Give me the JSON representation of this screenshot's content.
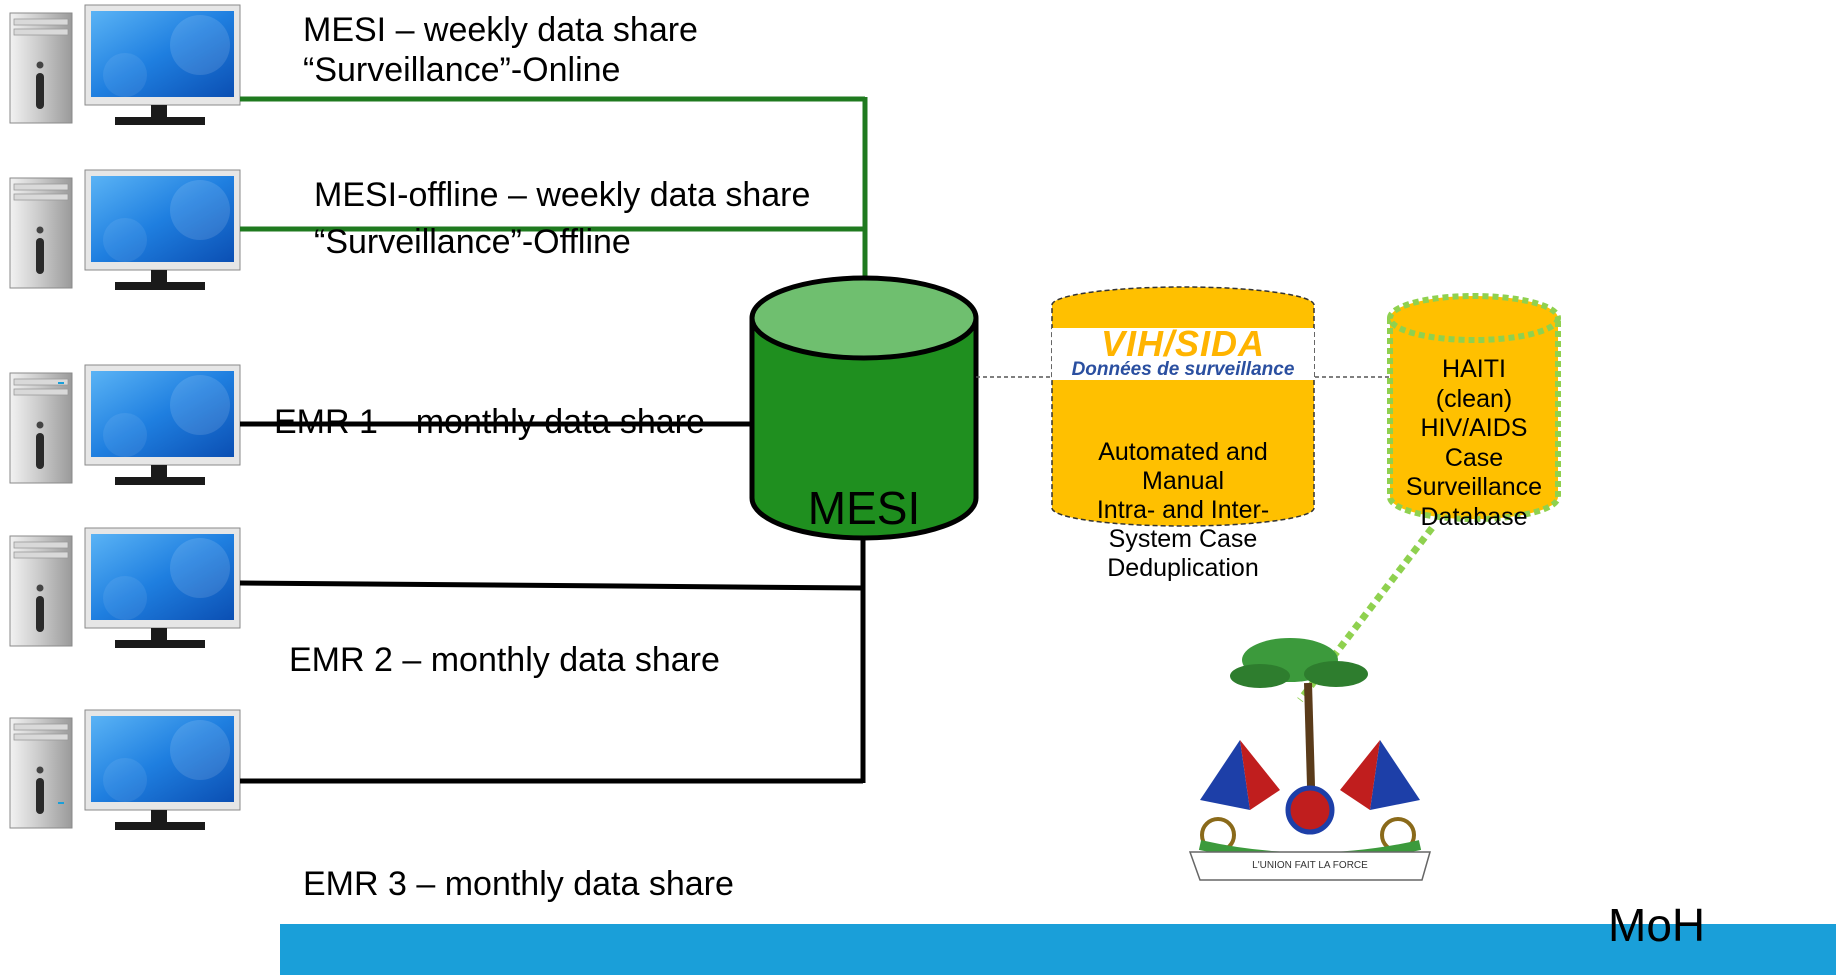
{
  "computers": [
    {
      "id": "c1",
      "line1": "MESI – weekly data share",
      "line2": "“Surveillance”-Online",
      "link_color": "#1f7a1f"
    },
    {
      "id": "c2",
      "line1": "MESI-offline – weekly data share",
      "line2": "“Surveillance”-Offline",
      "link_color": "#1f7a1f"
    },
    {
      "id": "c3",
      "line1": "EMR 1 – monthly data share",
      "line2": "",
      "link_color": "#000000"
    },
    {
      "id": "c4",
      "line1": "EMR 2 – monthly data share",
      "line2": "",
      "link_color": "#000000"
    },
    {
      "id": "c5",
      "line1": "EMR 3 – monthly data share",
      "line2": "",
      "link_color": "#000000"
    }
  ],
  "mesi_db": {
    "label": "MESI",
    "fill": "#1f8f1f",
    "top_fill": "#6fbf6f"
  },
  "dedup": {
    "logo_text_top": "VIH/SIDA",
    "logo_text_bottom": "Données de surveillance",
    "lines": [
      "Automated and",
      "Manual",
      "Intra- and Inter-",
      "System Case",
      "Deduplication"
    ],
    "fill": "#ffc000"
  },
  "haiti_db": {
    "lines": [
      "HAITI",
      "(clean)",
      "HIV/AIDS",
      "Case",
      "Surveillance",
      "Database"
    ],
    "fill": "#ffc000",
    "border": "#8fd14f"
  },
  "moh": {
    "label": "MoH",
    "motto": "L'UNION FAIT LA FORCE"
  },
  "colors": {
    "band": "#1a9fd9",
    "green_link": "#1f7a1f",
    "black_link": "#000000"
  }
}
